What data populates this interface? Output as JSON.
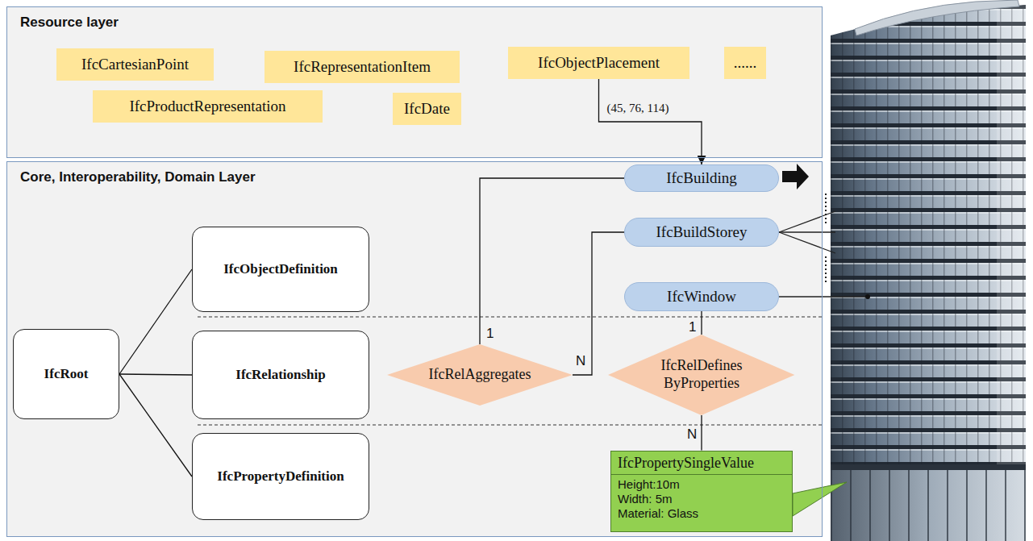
{
  "diagram": {
    "nodes": [
      {
        "text": [
          "Resource layer"
        ]
      },
      {
        "text": [
          "IfcCartesianPoint"
        ],
        "in": 0
      },
      {
        "text": [
          "IfcRepresentationItem"
        ],
        "in": 0
      },
      {
        "text": [
          "IfcObjectPlacement"
        ],
        "in": 0
      },
      {
        "text": [
          "......"
        ],
        "in": 0
      },
      {
        "text": [
          "IfcProductRepresentation"
        ],
        "in": 0
      },
      {
        "text": [
          "IfcDate"
        ],
        "in": 0
      },
      {
        "text": [
          "Core, Interoperability, Domain Layer"
        ]
      },
      {
        "text": [
          "IfcRoot"
        ],
        "in": 7
      },
      {
        "text": [
          "IfcObjectDefinition"
        ],
        "in": 7
      },
      {
        "text": [
          "IfcRelationship"
        ],
        "in": 7
      },
      {
        "text": [
          "IfcPropertyDefinition"
        ],
        "in": 7
      },
      {
        "text": [
          "IfcBuilding"
        ],
        "in": 7
      },
      {
        "text": [
          "IfcBuildStorey"
        ],
        "in": 7
      },
      {
        "text": [
          "IfcWindow"
        ],
        "in": 7
      },
      {
        "text": [
          "IfcRelAggregates"
        ],
        "in": 7
      },
      {
        "text": [
          "IfcRelDefines ByProperties"
        ],
        "in": 7
      },
      {
        "text": [
          "IfcPropertySingleValue",
          "Height:10m",
          "Width: 5m",
          "Material: Glass"
        ],
        "in": 7
      }
    ],
    "edges": [
      {
        "from": 3,
        "to": 12,
        "arrow": "to",
        "label": "(45, 76, 114)"
      },
      {
        "from": 8,
        "to": 9,
        "arrow": "none"
      },
      {
        "from": 8,
        "to": 10,
        "arrow": "none"
      },
      {
        "from": 8,
        "to": 11,
        "arrow": "none"
      },
      {
        "from": 12,
        "to": 15,
        "arrow": "none",
        "label": "1"
      },
      {
        "from": 15,
        "to": 13,
        "arrow": "none",
        "label": "N"
      },
      {
        "from": 14,
        "to": 16,
        "arrow": "none",
        "label": "1"
      },
      {
        "from": 16,
        "to": 17,
        "arrow": "none",
        "label": "N"
      }
    ]
  }
}
